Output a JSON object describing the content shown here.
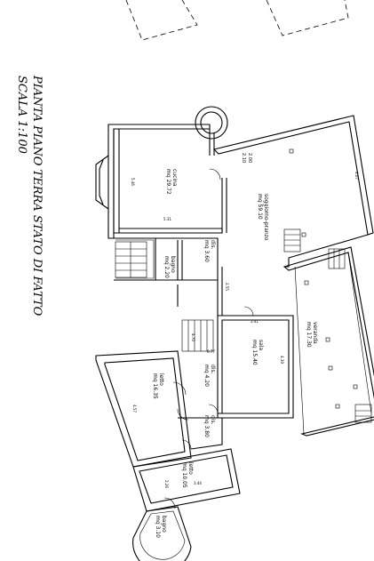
{
  "title": {
    "line1": "PIANTA PIANO TERRA STATO DI FATTO",
    "line2": "SCALA 1:100"
  },
  "rooms": {
    "cucina": {
      "name": "cucina",
      "area": "mq 29.72"
    },
    "soggiorno": {
      "name": "soggiorno-pranzo",
      "area": "mq 59.10"
    },
    "dis1": {
      "name": "dis.",
      "area": "mq 3.60"
    },
    "bagno1": {
      "name": "bagno",
      "area": "mq 2.20"
    },
    "veranda": {
      "name": "veranda",
      "area": "mq 17.30"
    },
    "sala": {
      "name": "sala",
      "area": "mq 15.40"
    },
    "dis2": {
      "name": "dis.",
      "area": "mq 4.20"
    },
    "letto1": {
      "name": "letto",
      "area": "mq 16.35"
    },
    "dis3": {
      "name": "dis.",
      "area": "mq 3.80"
    },
    "letto2": {
      "name": "letto",
      "area": "mq 10.05"
    },
    "bagno2": {
      "name": "bagno",
      "area": "mq 3.10"
    }
  },
  "dimensions": {
    "d1": "2.00",
    "d2": "2.10",
    "d3": "5.31",
    "d4": "5.46",
    "d5": "4.07",
    "d6": "2.55",
    "d7": "3.41",
    "d8": "4.39",
    "d9": "0.77",
    "d10": "4.57",
    "d11": "2.26",
    "d12": "3.44",
    "d13": "4.70"
  },
  "colors": {
    "line": "#000000",
    "background": "#ffffff"
  }
}
